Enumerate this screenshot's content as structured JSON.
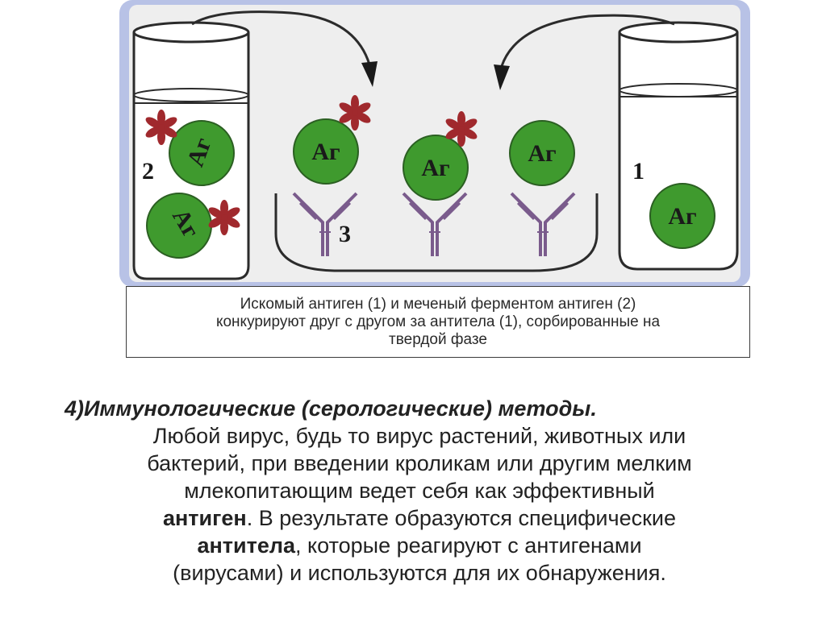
{
  "figure": {
    "antigen_label": "Аг",
    "numbers": {
      "left_tube": "2",
      "right_tube": "1",
      "surface": "3"
    },
    "colors": {
      "panel_bg": "#b8c2e6",
      "panel_inner": "#eeeeee",
      "antigen_fill": "#3f9a2e",
      "enzyme_label": "#a0292d",
      "antibody": "#7a5b8c"
    }
  },
  "caption": {
    "line1": "Искомый антиген (1) и меченый ферментом антиген (2)",
    "line2": "конкурируют друг с другом за антитела (1), сорбированные на",
    "line3": "твердой фазе"
  },
  "text": {
    "heading": "4)Иммунологические (серологические) методы.",
    "line1": "Любой вирус, будь то вирус растений, животных или",
    "line2": "бактерий, при введении кроликам или другим мелким",
    "line3": "млекопитающим ведет себя как эффективный",
    "line4_bold": "антиген",
    "line4_rest": ". В результате образуются специфические",
    "line5_bold": "антитела",
    "line5_rest": ", которые реагируют с антигенами",
    "line6": "(вирусами) и используются для их обнаружения."
  }
}
